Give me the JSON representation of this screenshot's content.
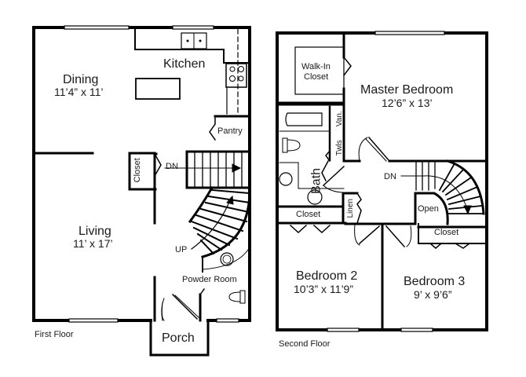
{
  "first_floor": {
    "caption": "First Floor",
    "rooms": {
      "dining": {
        "name": "Dining",
        "dims": "11’4” x 11’"
      },
      "kitchen": {
        "name": "Kitchen"
      },
      "living": {
        "name": "Living",
        "dims": "11’ x 17’"
      },
      "pantry": {
        "name": "Pantry"
      },
      "closet": {
        "name": "Closet"
      },
      "powder_room": {
        "name": "Powder Room"
      },
      "porch": {
        "name": "Porch"
      }
    },
    "stairs": {
      "down_label": "DN",
      "up_label": "UP"
    }
  },
  "second_floor": {
    "caption": "Second Floor",
    "rooms": {
      "walk_in_closet": {
        "name_line1": "Walk-In",
        "name_line2": "Closet"
      },
      "master_bedroom": {
        "name": "Master Bedroom",
        "dims": "12’6” x 13’"
      },
      "bath": {
        "name": "Bath"
      },
      "vanity": {
        "name": "Van."
      },
      "towels": {
        "name": "Twls"
      },
      "linen": {
        "name": "Linen"
      },
      "closet_left": {
        "name": "Closet"
      },
      "closet_right": {
        "name": "Closet"
      },
      "open": {
        "name": "Open"
      },
      "bedroom2": {
        "name": "Bedroom 2",
        "dims": "10’3” x 11’9”"
      },
      "bedroom3": {
        "name": "Bedroom 3",
        "dims": "9’ x 9’6”"
      }
    },
    "stairs": {
      "down_label": "DN"
    }
  },
  "colors": {
    "wall": "#000000",
    "background": "#ffffff",
    "text": "#1a1a1a"
  }
}
